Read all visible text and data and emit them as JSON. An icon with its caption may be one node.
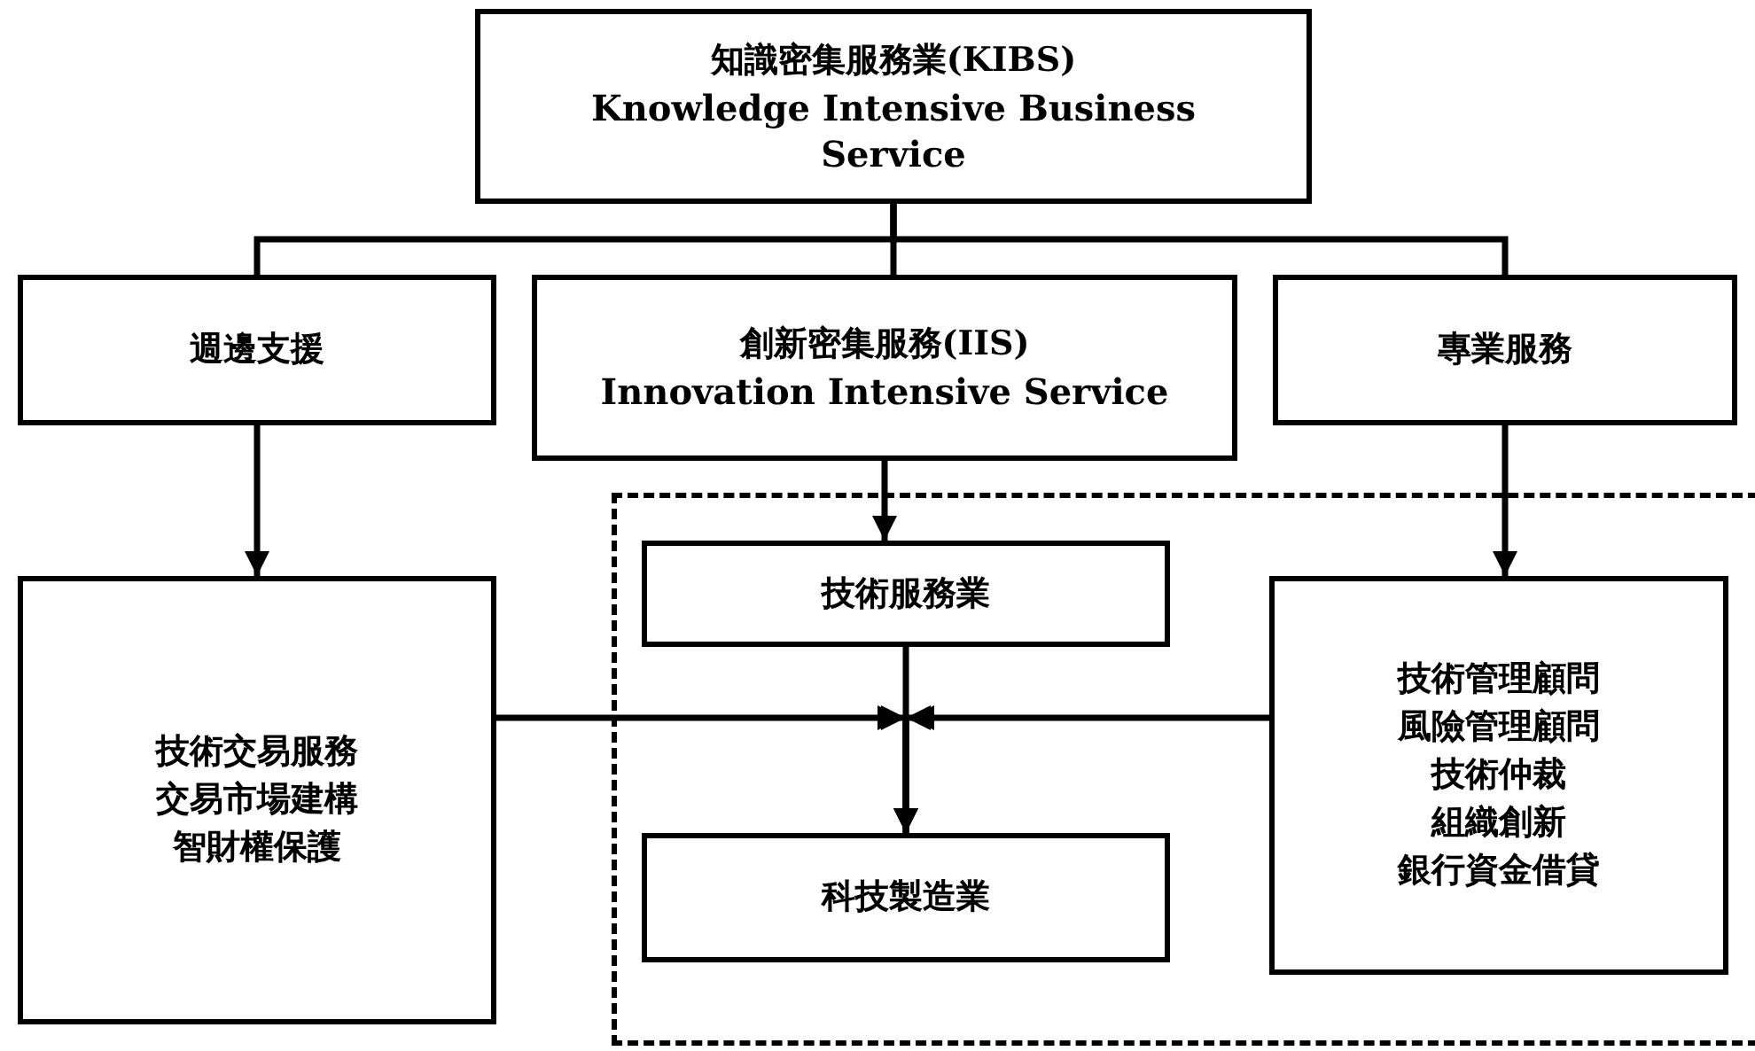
{
  "diagram": {
    "nodes": [
      {
        "text": [
          "知識密集服務業(KIBS)",
          "Knowledge Intensive Business Service"
        ]
      },
      {
        "text": [
          "週邊支援"
        ]
      },
      {
        "text": [
          "創新密集服務(IIS)",
          "Innovation Intensive Service"
        ]
      },
      {
        "text": [
          "專業服務"
        ]
      },
      {
        "text": [],
        "shape": "box"
      },
      {
        "text": [
          "技術服務業"
        ],
        "in": 4
      },
      {
        "text": [
          "技術交易服務",
          "交易市場建構",
          "智財權保護"
        ]
      },
      {
        "text": [
          "技術管理顧問",
          "風險管理顧問",
          "技術仲裁",
          "組織創新",
          "銀行資金借貸"
        ],
        "in": 4
      },
      {
        "text": [
          "科技製造業"
        ],
        "in": 4
      }
    ],
    "edges": [
      {
        "from": 0,
        "to": 1,
        "arrow": "none"
      },
      {
        "from": 0,
        "to": 2,
        "arrow": "none"
      },
      {
        "from": 0,
        "to": 3,
        "arrow": "none"
      },
      {
        "from": 1,
        "to": 6,
        "arrow": "to"
      },
      {
        "from": 2,
        "to": 5,
        "arrow": "to"
      },
      {
        "from": 3,
        "to": 7,
        "arrow": "to"
      },
      {
        "from": 5,
        "to": 8,
        "arrow": "to"
      },
      {
        "from": 6,
        "to": 8,
        "arrow": "to"
      },
      {
        "from": 7,
        "to": 8,
        "arrow": "to"
      }
    ]
  }
}
